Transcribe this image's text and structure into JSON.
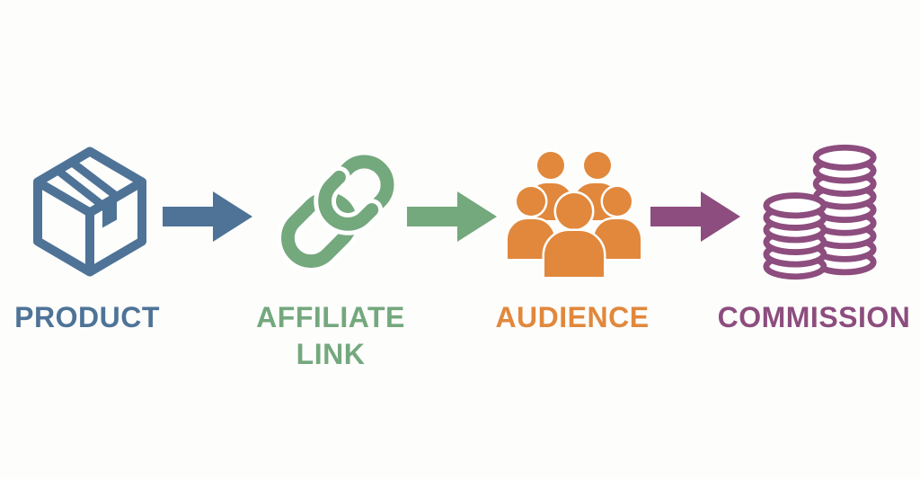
{
  "canvas": {
    "background": "#fdfdfc"
  },
  "steps": [
    {
      "id": "product",
      "label_line1": "PRODUCT",
      "label_line2": "",
      "color": "#4e7397",
      "icon": "package-box-icon"
    },
    {
      "id": "affiliate-link",
      "label_line1": "AFFILIATE",
      "label_line2": "LINK",
      "color": "#74a87d",
      "icon": "chain-link-icon"
    },
    {
      "id": "audience",
      "label_line1": "AUDIENCE",
      "label_line2": "",
      "color": "#e1883c",
      "icon": "people-group-icon"
    },
    {
      "id": "commission",
      "label_line1": "COMMISSION",
      "label_line2": "",
      "color": "#8d4d7e",
      "icon": "coin-stacks-icon"
    }
  ],
  "arrows": [
    {
      "id": "arrow-1",
      "color": "#4e7397"
    },
    {
      "id": "arrow-2",
      "color": "#74a87d"
    },
    {
      "id": "arrow-3",
      "color": "#8d4d7e"
    }
  ]
}
